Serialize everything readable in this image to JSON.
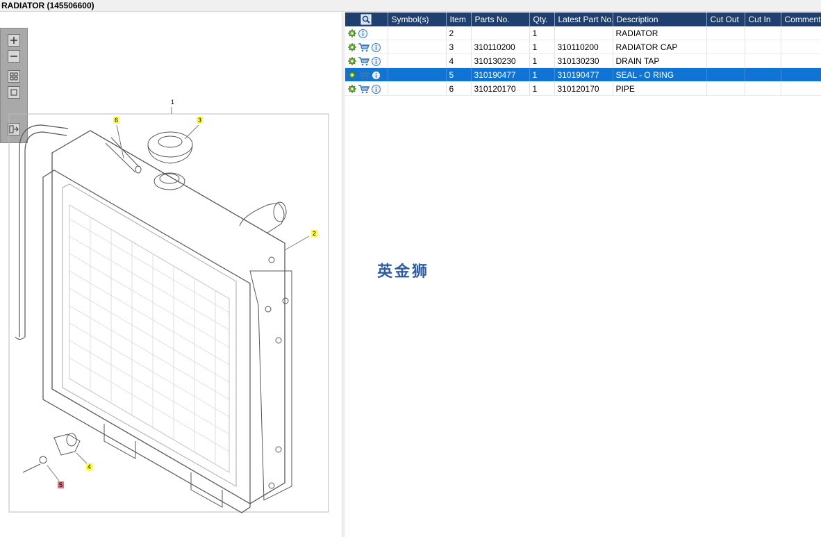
{
  "window": {
    "title": "RADIATOR (145506600)"
  },
  "toolbar": {
    "buttons": [
      {
        "name": "zoom-in",
        "icon": "plus-icon"
      },
      {
        "name": "zoom-out",
        "icon": "minus-icon"
      },
      {
        "name": "fit",
        "icon": "grid-icon"
      },
      {
        "name": "actual-size",
        "icon": "square-icon"
      },
      {
        "name": "export",
        "icon": "export-icon"
      }
    ]
  },
  "diagram": {
    "callouts": [
      {
        "label": "1"
      },
      {
        "label": "2"
      },
      {
        "label": "3"
      },
      {
        "label": "4"
      },
      {
        "label": "5"
      },
      {
        "label": "6"
      }
    ]
  },
  "table": {
    "headers": [
      "",
      "Symbol(s)",
      "Item",
      "Parts No.",
      "Qty.",
      "Latest Part No.",
      "Description",
      "Cut Out",
      "Cut In",
      "Comment"
    ],
    "rows": [
      {
        "item": "2",
        "part_no": "",
        "qty": "1",
        "latest": "",
        "description": "RADIATOR",
        "cart": false,
        "selected": false
      },
      {
        "item": "3",
        "part_no": "310110200",
        "qty": "1",
        "latest": "310110200",
        "description": "RADIATOR CAP",
        "cart": true,
        "selected": false
      },
      {
        "item": "4",
        "part_no": "310130230",
        "qty": "1",
        "latest": "310130230",
        "description": "DRAIN TAP",
        "cart": true,
        "selected": false
      },
      {
        "item": "5",
        "part_no": "310190477",
        "qty": "1",
        "latest": "310190477",
        "description": "SEAL - O RING",
        "cart": true,
        "selected": true
      },
      {
        "item": "6",
        "part_no": "310120170",
        "qty": "1",
        "latest": "310120170",
        "description": "PIPE",
        "cart": true,
        "selected": false
      }
    ]
  },
  "watermark": "英金狮",
  "colors": {
    "header": "#1f3f6e",
    "selected": "#0f74d6",
    "callout": "#ffff3a"
  }
}
